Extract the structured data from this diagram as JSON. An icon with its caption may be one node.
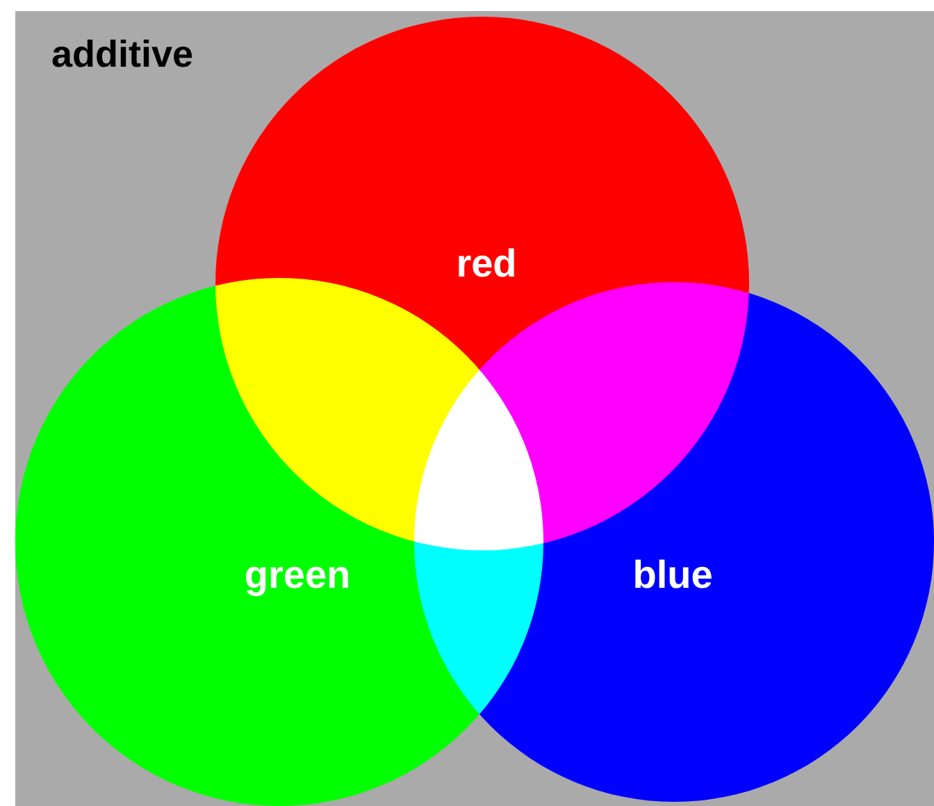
{
  "diagram": {
    "title": "additive",
    "nodes": [
      {
        "text": [
          "red"
        ]
      },
      {
        "text": [
          "green"
        ]
      },
      {
        "text": [
          "blue"
        ]
      }
    ]
  }
}
